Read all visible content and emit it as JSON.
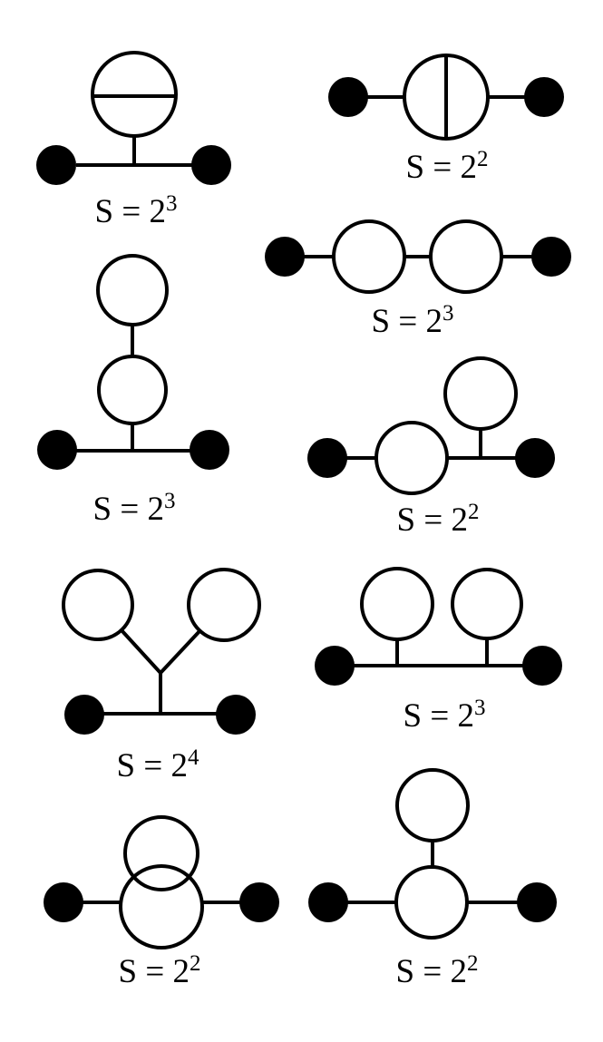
{
  "page": {
    "background_color": "#ffffff",
    "ink_color": "#000000"
  },
  "figure": {
    "description": "Nine vacuum-bubble / propagator diagrams with filled source vertices and open loops, each annotated with its symmetry factor",
    "diagrams": [
      {
        "id": "d1",
        "position": "row1-left",
        "structure": "loop with horizontal internal chord, attached by a stem to the midpoint of a propagator between two filled vertices",
        "label": {
          "base": "S = 2",
          "exponent": "3"
        }
      },
      {
        "id": "d2",
        "position": "row1-right",
        "structure": "loop with vertical internal chord, inline between two filled vertices",
        "label": {
          "base": "S = 2",
          "exponent": "2"
        }
      },
      {
        "id": "d3",
        "position": "row2-right",
        "structure": "chain of two loops inline between two filled vertices",
        "label": {
          "base": "S = 2",
          "exponent": "3"
        }
      },
      {
        "id": "d4",
        "position": "row2-left",
        "structure": "two stacked loops attached by a stem to the midpoint of a propagator between two filled vertices",
        "label": {
          "base": "S = 2",
          "exponent": "3"
        }
      },
      {
        "id": "d5",
        "position": "row3-right",
        "structure": "loop inline on propagator with a second loop attached above, right of the inline loop",
        "label": {
          "base": "S = 2",
          "exponent": "2"
        }
      },
      {
        "id": "d6",
        "position": "row3-left",
        "structure": "two loops joined by a V-shaped vertex onto a stem meeting the propagator between two filled vertices",
        "label": {
          "base": "S = 2",
          "exponent": "4"
        }
      },
      {
        "id": "d7",
        "position": "row4-right",
        "structure": "two loops attached by stems above a straight propagator between two filled vertices",
        "label": {
          "base": "S = 2",
          "exponent": "3"
        }
      },
      {
        "id": "d8",
        "position": "row4-left",
        "structure": "two overlapping loops, the lower one inline on the propagator between two filled vertices",
        "label": {
          "base": "S = 2",
          "exponent": "2"
        }
      },
      {
        "id": "d9",
        "position": "row4-right-bottom",
        "structure": "loop inline on propagator with a second loop attached by a stem directly above",
        "label": {
          "base": "S = 2",
          "exponent": "2"
        }
      }
    ]
  }
}
